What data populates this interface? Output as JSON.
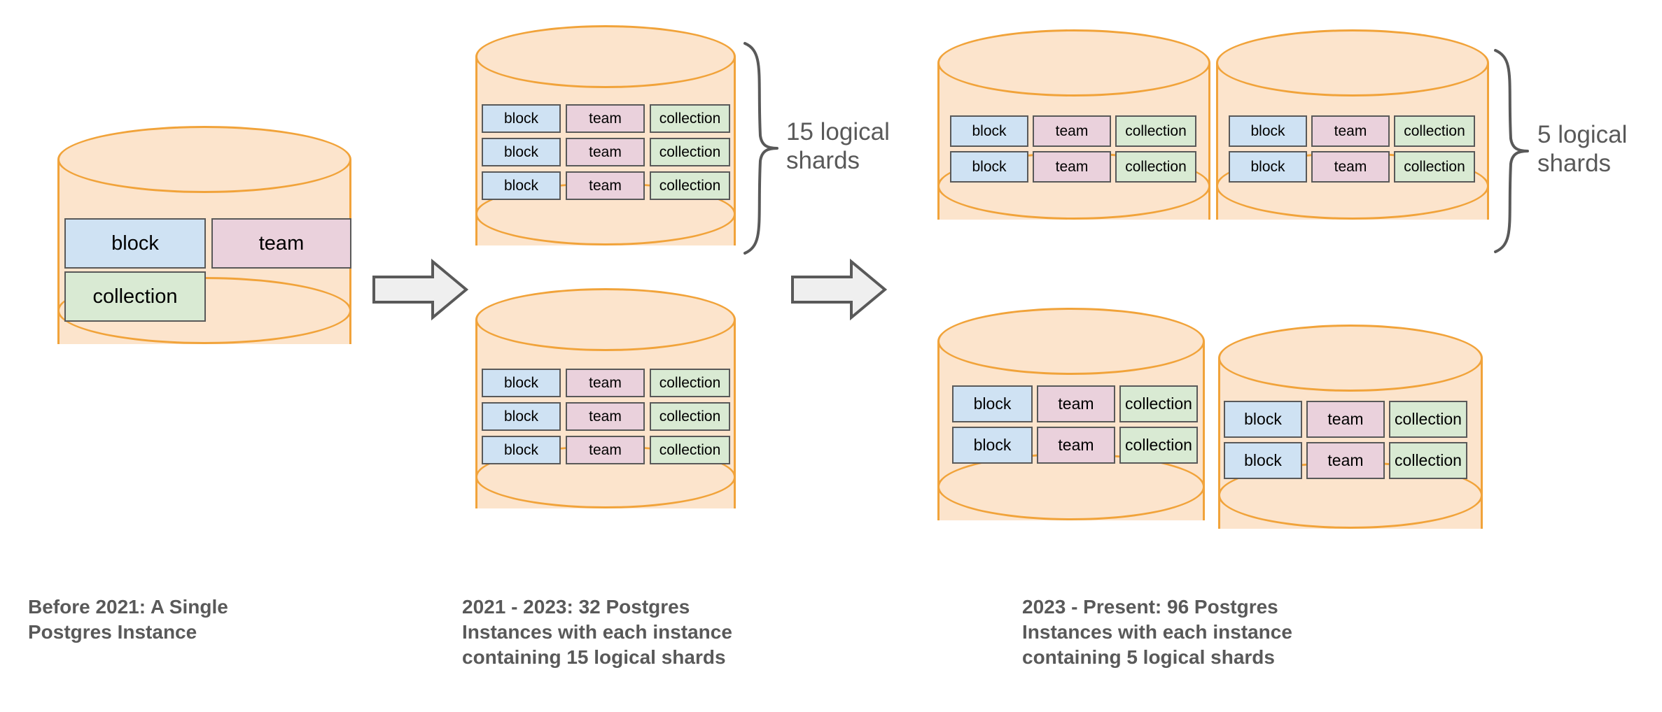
{
  "diagram": {
    "title_implied": "Notion Postgres sharding evolution",
    "shard_labels": {
      "block": "block",
      "team": "team",
      "collection": "collection"
    }
  },
  "groups": [
    {
      "id": "before-2021",
      "caption": "Before 2021: A Single\nPostgres Instance",
      "instances": 1,
      "shards_per_instance": 1,
      "brace_label": null,
      "tables": [
        "block",
        "team",
        "collection"
      ]
    },
    {
      "id": "2021-2023",
      "caption": "2021 - 2023: 32 Postgres\nInstances with each instance\ncontaining 15 logical shards",
      "instances": 32,
      "shards_per_instance": 15,
      "brace_label": "15 logical\nshards",
      "tables": [
        "block",
        "team",
        "collection"
      ]
    },
    {
      "id": "2023-present",
      "caption": "2023 - Present: 96 Postgres\nInstances with each instance\ncontaining 5 logical shards",
      "instances": 96,
      "shards_per_instance": 5,
      "brace_label": "5 logical\nshards",
      "tables": [
        "block",
        "team",
        "collection"
      ]
    }
  ],
  "arrows": [
    {
      "name": "arrow-1",
      "from": "before-2021",
      "to": "2021-2023"
    },
    {
      "name": "arrow-2",
      "from": "2021-2023",
      "to": "2023-present"
    }
  ],
  "colors": {
    "cylinder_fill": "#FCE4CC",
    "cylinder_stroke": "#F1A33A",
    "block_fill": "#CFE2F3",
    "team_fill": "#EAD1DC",
    "collection_fill": "#D9EAD3",
    "box_stroke": "#595959",
    "text": "#595959",
    "arrow_fill": "#EFEFEF",
    "arrow_stroke": "#595959"
  }
}
